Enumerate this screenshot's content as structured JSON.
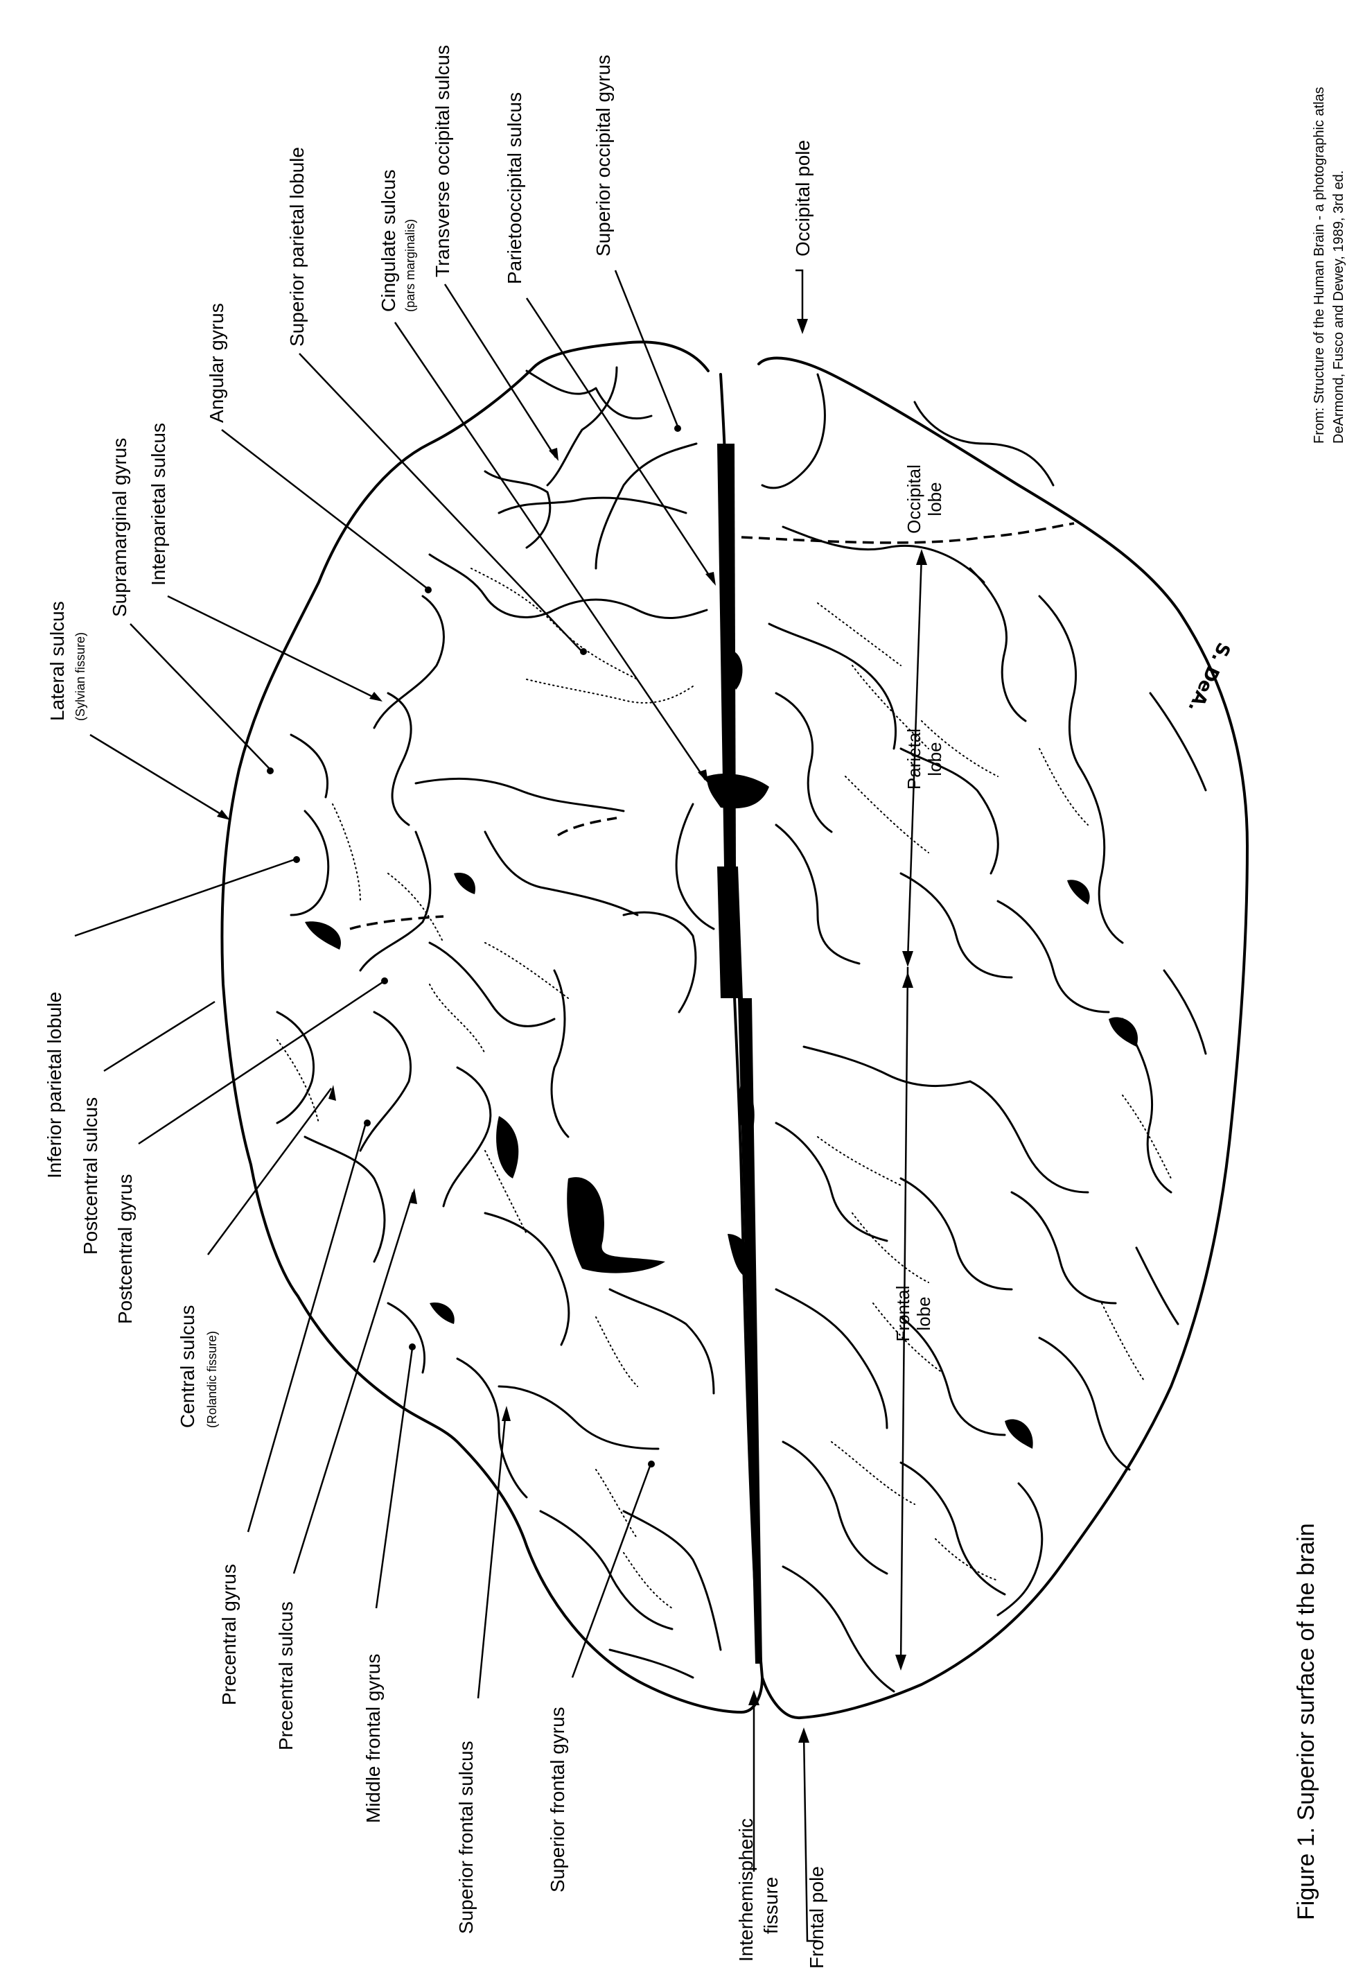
{
  "labels": {
    "superior_occipital_gyrus": "Superior occipital gyrus",
    "parietooccipital_sulcus": "Parietooccipital sulcus",
    "transverse_occipital_sulcus": "Transverse occipital sulcus",
    "cingulate_sulcus": "Cingulate sulcus",
    "pars_marginalis": "(pars marginalis)",
    "superior_parietal_lobule": "Superior parietal lobule",
    "angular_gyrus": "Angular gyrus",
    "interparietal_sulcus": "Interparietal sulcus",
    "supramarginal_gyrus": "Supramarginal gyrus",
    "lateral_sulcus": "Lateral sulcus",
    "sylvian_fissure": "(Sylvian fissure)",
    "inferior_parietal_lobule": "Inferior parietal lobule",
    "postcentral_sulcus": "Postcentral sulcus",
    "postcentral_gyrus": "Postcentral gyrus",
    "central_sulcus": "Central sulcus",
    "rolandic_fissure": "(Rolandic fissure)",
    "precentral_gyrus": "Precentral gyrus",
    "precentral_sulcus": "Precentral sulcus",
    "middle_frontal_gyrus": "Middle frontal gyrus",
    "superior_frontal_sulcus": "Superior frontal sulcus",
    "superior_frontal_gyrus": "Superior frontal gyrus",
    "interhemispheric": "Interhemispheric",
    "fissure": "fissure",
    "frontal_pole": "Frontal pole",
    "occipital_pole": "Occipital pole"
  },
  "lobes": {
    "occipital_line1": "Occipital",
    "occipital_line2": "lobe",
    "parietal_line1": "Parietal",
    "parietal_line2": "lobe",
    "frontal_line1": "Frontal",
    "frontal_line2": "lobe"
  },
  "caption": "Figure 1.  Superior surface of the brain",
  "source_line1": "From: Structure of the Human Brain - a photographic atlas",
  "source_line2": "DeArmond, Fusco and Dewey, 1989, 3rd ed.",
  "signature": "S. DeA."
}
